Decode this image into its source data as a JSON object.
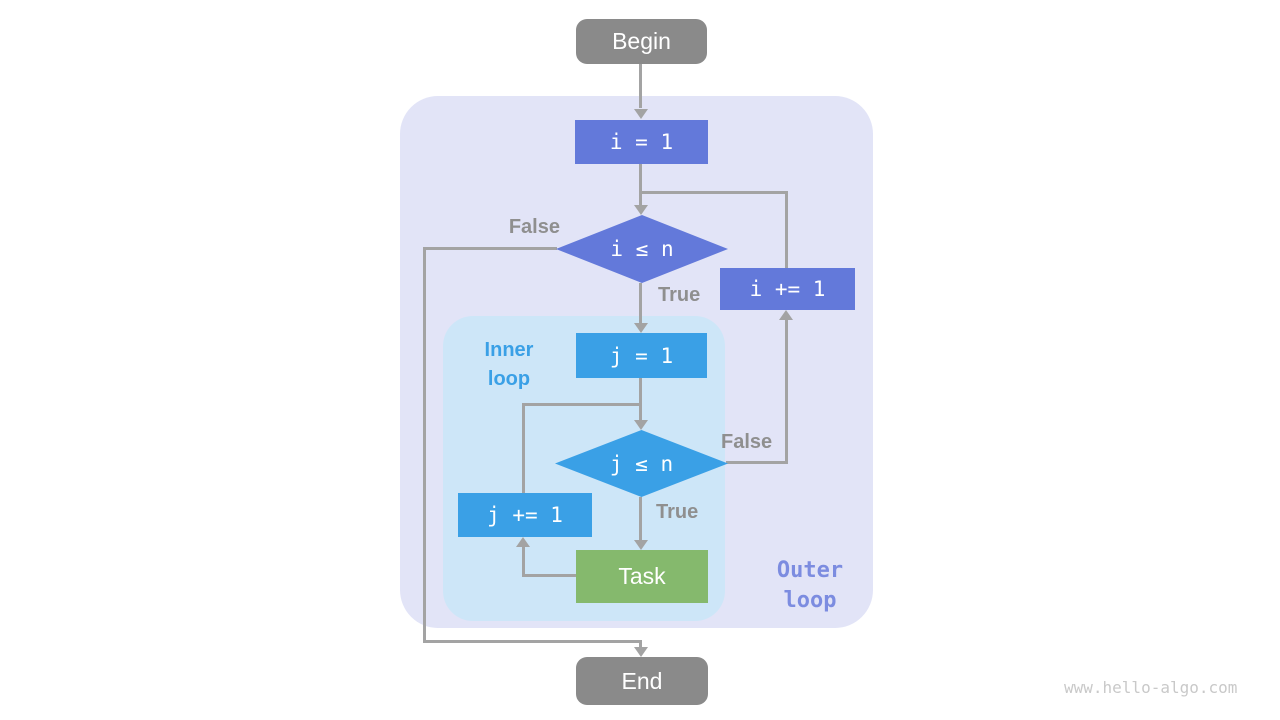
{
  "colors": {
    "terminal_bg": "#8a8a8a",
    "outer_node_bg": "#6379da",
    "inner_node_bg": "#3aa0e6",
    "task_bg": "#85b96d",
    "outer_region_bg": "#e2e4f7",
    "inner_region_bg": "#cde6f8",
    "edge": "#a3a3a3",
    "edge_label": "#8f8f8f",
    "inner_label": "#3aa0e6",
    "outer_label": "#7c8ce0",
    "watermark": "#c9c9c9"
  },
  "nodes": {
    "begin": "Begin",
    "init_i": "i = 1",
    "cond_i": "i ≤ n",
    "inc_i": "i += 1",
    "init_j": "j = 1",
    "cond_j": "j ≤ n",
    "inc_j": "j += 1",
    "task": "Task",
    "end": "End"
  },
  "edge_labels": {
    "outer_false": "False",
    "outer_true": "True",
    "inner_false": "False",
    "inner_true": "True"
  },
  "regions": {
    "inner_label": "Inner loop",
    "outer_label": "Outer loop"
  },
  "watermark": "www.hello-algo.com"
}
